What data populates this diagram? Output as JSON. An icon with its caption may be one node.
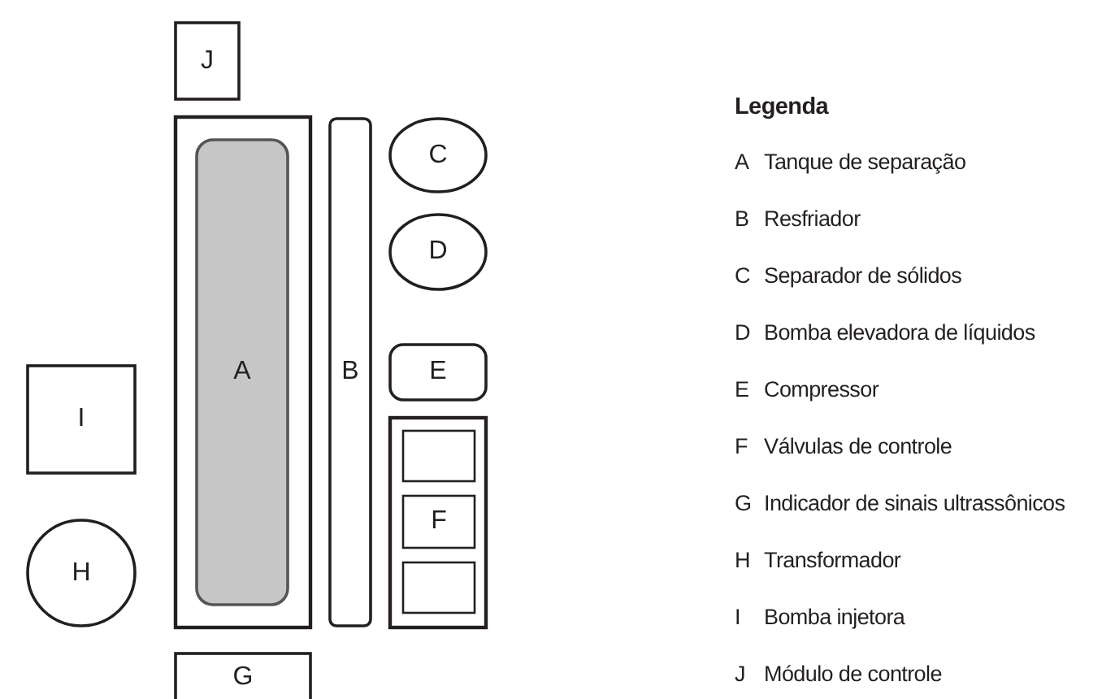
{
  "diagram": {
    "nodes": [
      {
        "text": [
          "J"
        ]
      },
      {
        "text": [],
        "shape": "box"
      },
      {
        "text": [
          "A"
        ],
        "in": 1
      },
      {
        "text": [
          "B"
        ]
      },
      {
        "text": [
          "C"
        ]
      },
      {
        "text": [
          "D"
        ]
      },
      {
        "text": [
          "E"
        ]
      },
      {
        "text": [
          "I"
        ]
      },
      {
        "text": [],
        "shape": "box"
      },
      {
        "text": [],
        "shape": "box",
        "in": 8
      },
      {
        "text": [
          "F"
        ],
        "in": 8
      },
      {
        "text": [],
        "shape": "box",
        "in": 8
      },
      {
        "text": [
          "H"
        ]
      },
      {
        "text": [
          "G"
        ]
      }
    ],
    "labels": [
      "Legenda",
      "A",
      "Tanque de separação",
      "B",
      "Resfriador",
      "C",
      "Separador de sólidos",
      "D",
      "Bomba elevadora de líquidos",
      "E",
      "Compressor",
      "F",
      "Válvulas de controle",
      "G",
      "Indicador de sinais ultrassônicos",
      "H",
      "Transformador",
      "I",
      "Bomba injetora",
      "J",
      "Módulo de controle"
    ]
  }
}
